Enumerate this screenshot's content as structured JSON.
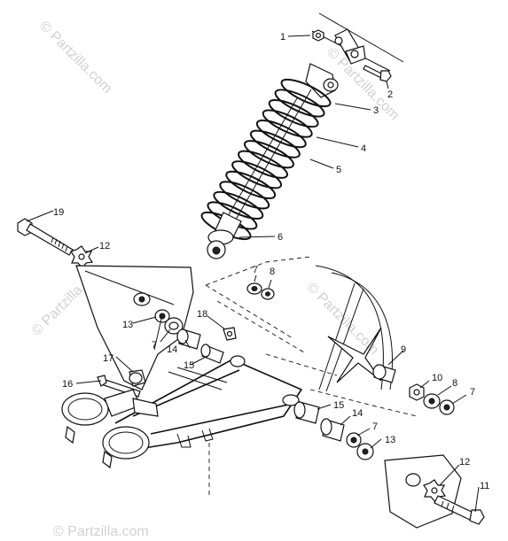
{
  "watermark": "© Partzilla.com",
  "callouts": [
    {
      "id": "c1",
      "text": "1"
    },
    {
      "id": "c2",
      "text": "2"
    },
    {
      "id": "c3",
      "text": "3"
    },
    {
      "id": "c4",
      "text": "4"
    },
    {
      "id": "c5",
      "text": "5"
    },
    {
      "id": "c6",
      "text": "6"
    },
    {
      "id": "c7a",
      "text": "7"
    },
    {
      "id": "c8a",
      "text": "8"
    },
    {
      "id": "c19",
      "text": "19"
    },
    {
      "id": "c12a",
      "text": "12"
    },
    {
      "id": "c13a",
      "text": "13"
    },
    {
      "id": "c7b",
      "text": "7"
    },
    {
      "id": "c18",
      "text": "18"
    },
    {
      "id": "c14a",
      "text": "14"
    },
    {
      "id": "c15a",
      "text": "15"
    },
    {
      "id": "c17",
      "text": "17"
    },
    {
      "id": "c16",
      "text": "16"
    },
    {
      "id": "c9",
      "text": "9"
    },
    {
      "id": "c10",
      "text": "10"
    },
    {
      "id": "c8b",
      "text": "8"
    },
    {
      "id": "c7c",
      "text": "7"
    },
    {
      "id": "c15b",
      "text": "15"
    },
    {
      "id": "c14b",
      "text": "14"
    },
    {
      "id": "c7d",
      "text": "7"
    },
    {
      "id": "c13b",
      "text": "13"
    },
    {
      "id": "c12b",
      "text": "12"
    },
    {
      "id": "c11",
      "text": "11"
    }
  ]
}
